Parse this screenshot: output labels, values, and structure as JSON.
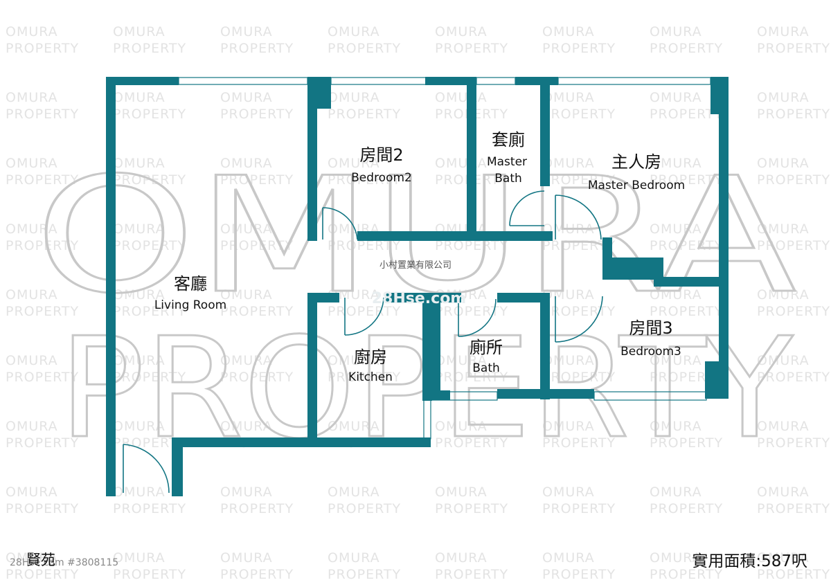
{
  "watermark": {
    "brand_line1": "OMURA",
    "brand_line2": "PROPERTY",
    "logo_text": "28Hse.com"
  },
  "company": "小村置業有限公司",
  "rooms": {
    "living": {
      "cn": "客廳",
      "en": "Living Room"
    },
    "bedroom2": {
      "cn": "房間2",
      "en": "Bedroom2"
    },
    "master_bath": {
      "cn": "套廁",
      "en1": "Master",
      "en2": "Bath"
    },
    "master_bedroom": {
      "cn": "主人房",
      "en": "Master Bedroom"
    },
    "kitchen": {
      "cn": "廚房",
      "en": "Kitchen"
    },
    "bath": {
      "cn": "廁所",
      "en": "Bath"
    },
    "bedroom3": {
      "cn": "房間3",
      "en": "Bedroom3"
    }
  },
  "footer": {
    "estate_name": "賢苑",
    "listing_ref": "28Hse.com #3808115",
    "saleable_area": "實用面積:587呎"
  },
  "colors": {
    "wall": "#127583"
  }
}
